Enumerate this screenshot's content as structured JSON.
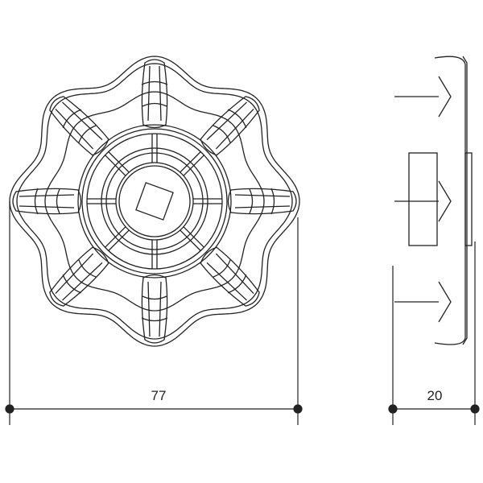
{
  "drawing": {
    "front_view": {
      "lobe_count": 8,
      "rib_count": 8
    },
    "dimensions": {
      "diameter_label": "77",
      "thickness_label": "20"
    },
    "colors": {
      "line": "#222222",
      "background": "#ffffff"
    }
  }
}
